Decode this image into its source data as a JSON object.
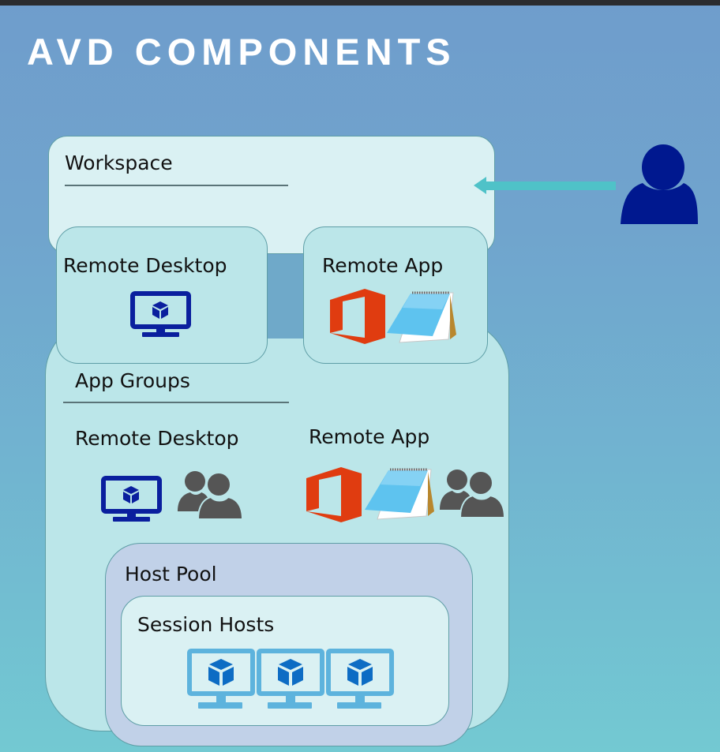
{
  "title": "AVD COMPONENTS",
  "workspace": {
    "label": "Workspace",
    "remote_desktop": {
      "label": "Remote Desktop",
      "icon": "monitor-cube-icon"
    },
    "remote_app": {
      "label": "Remote App",
      "icons": [
        "office-icon",
        "notepad-icon"
      ]
    }
  },
  "user": {
    "icon": "user-icon",
    "arrow": "arrow-left-icon"
  },
  "app_groups": {
    "label": "App Groups",
    "remote_desktop": {
      "label": "Remote Desktop",
      "icons": [
        "monitor-cube-icon",
        "users-icon"
      ]
    },
    "remote_app": {
      "label": "Remote App",
      "icons": [
        "office-icon",
        "notepad-icon",
        "users-icon"
      ]
    }
  },
  "host_pool": {
    "label": "Host Pool",
    "session_hosts": {
      "label": "Session Hosts",
      "count": 3,
      "icon": "vm-monitor-icon"
    }
  },
  "colors": {
    "user": "#00188f",
    "desktop_icon": "#0a1f9e",
    "office": "#e03c10",
    "arrow": "#4fc2c8",
    "group_users": "#555555",
    "vm_monitor": "#5db3dd",
    "vm_cube": "#0d6cc4"
  }
}
